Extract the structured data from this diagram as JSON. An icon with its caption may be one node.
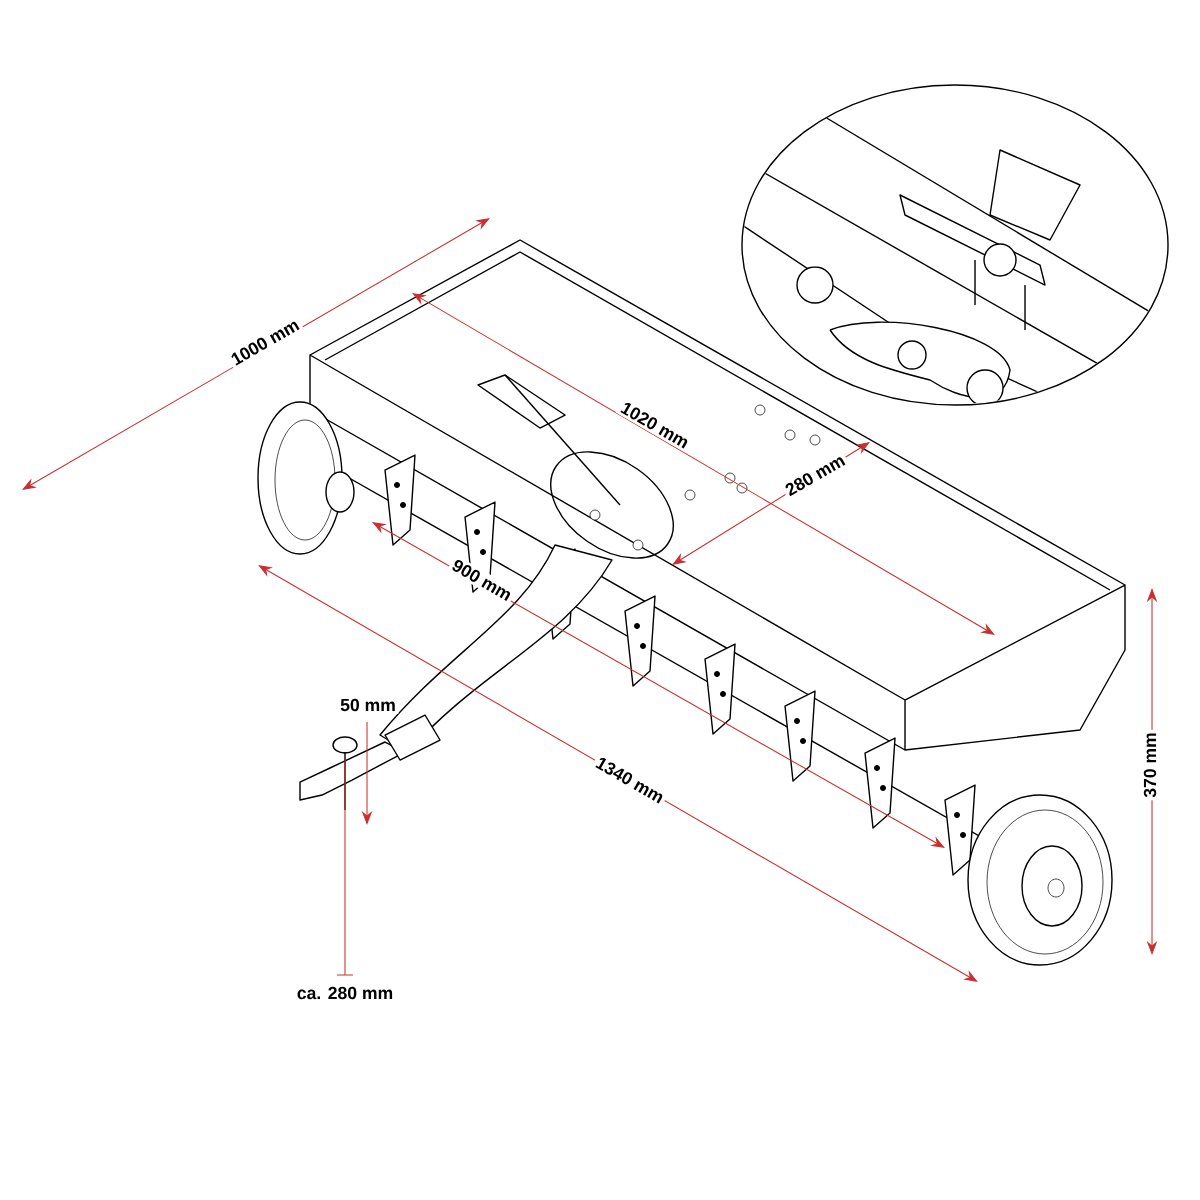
{
  "diagram": {
    "labels": [
      "1000 mm",
      "1020 mm",
      "280 mm",
      "900 mm",
      "50 mm",
      "1340 mm",
      "370 mm",
      "ca. 280 mm"
    ]
  }
}
